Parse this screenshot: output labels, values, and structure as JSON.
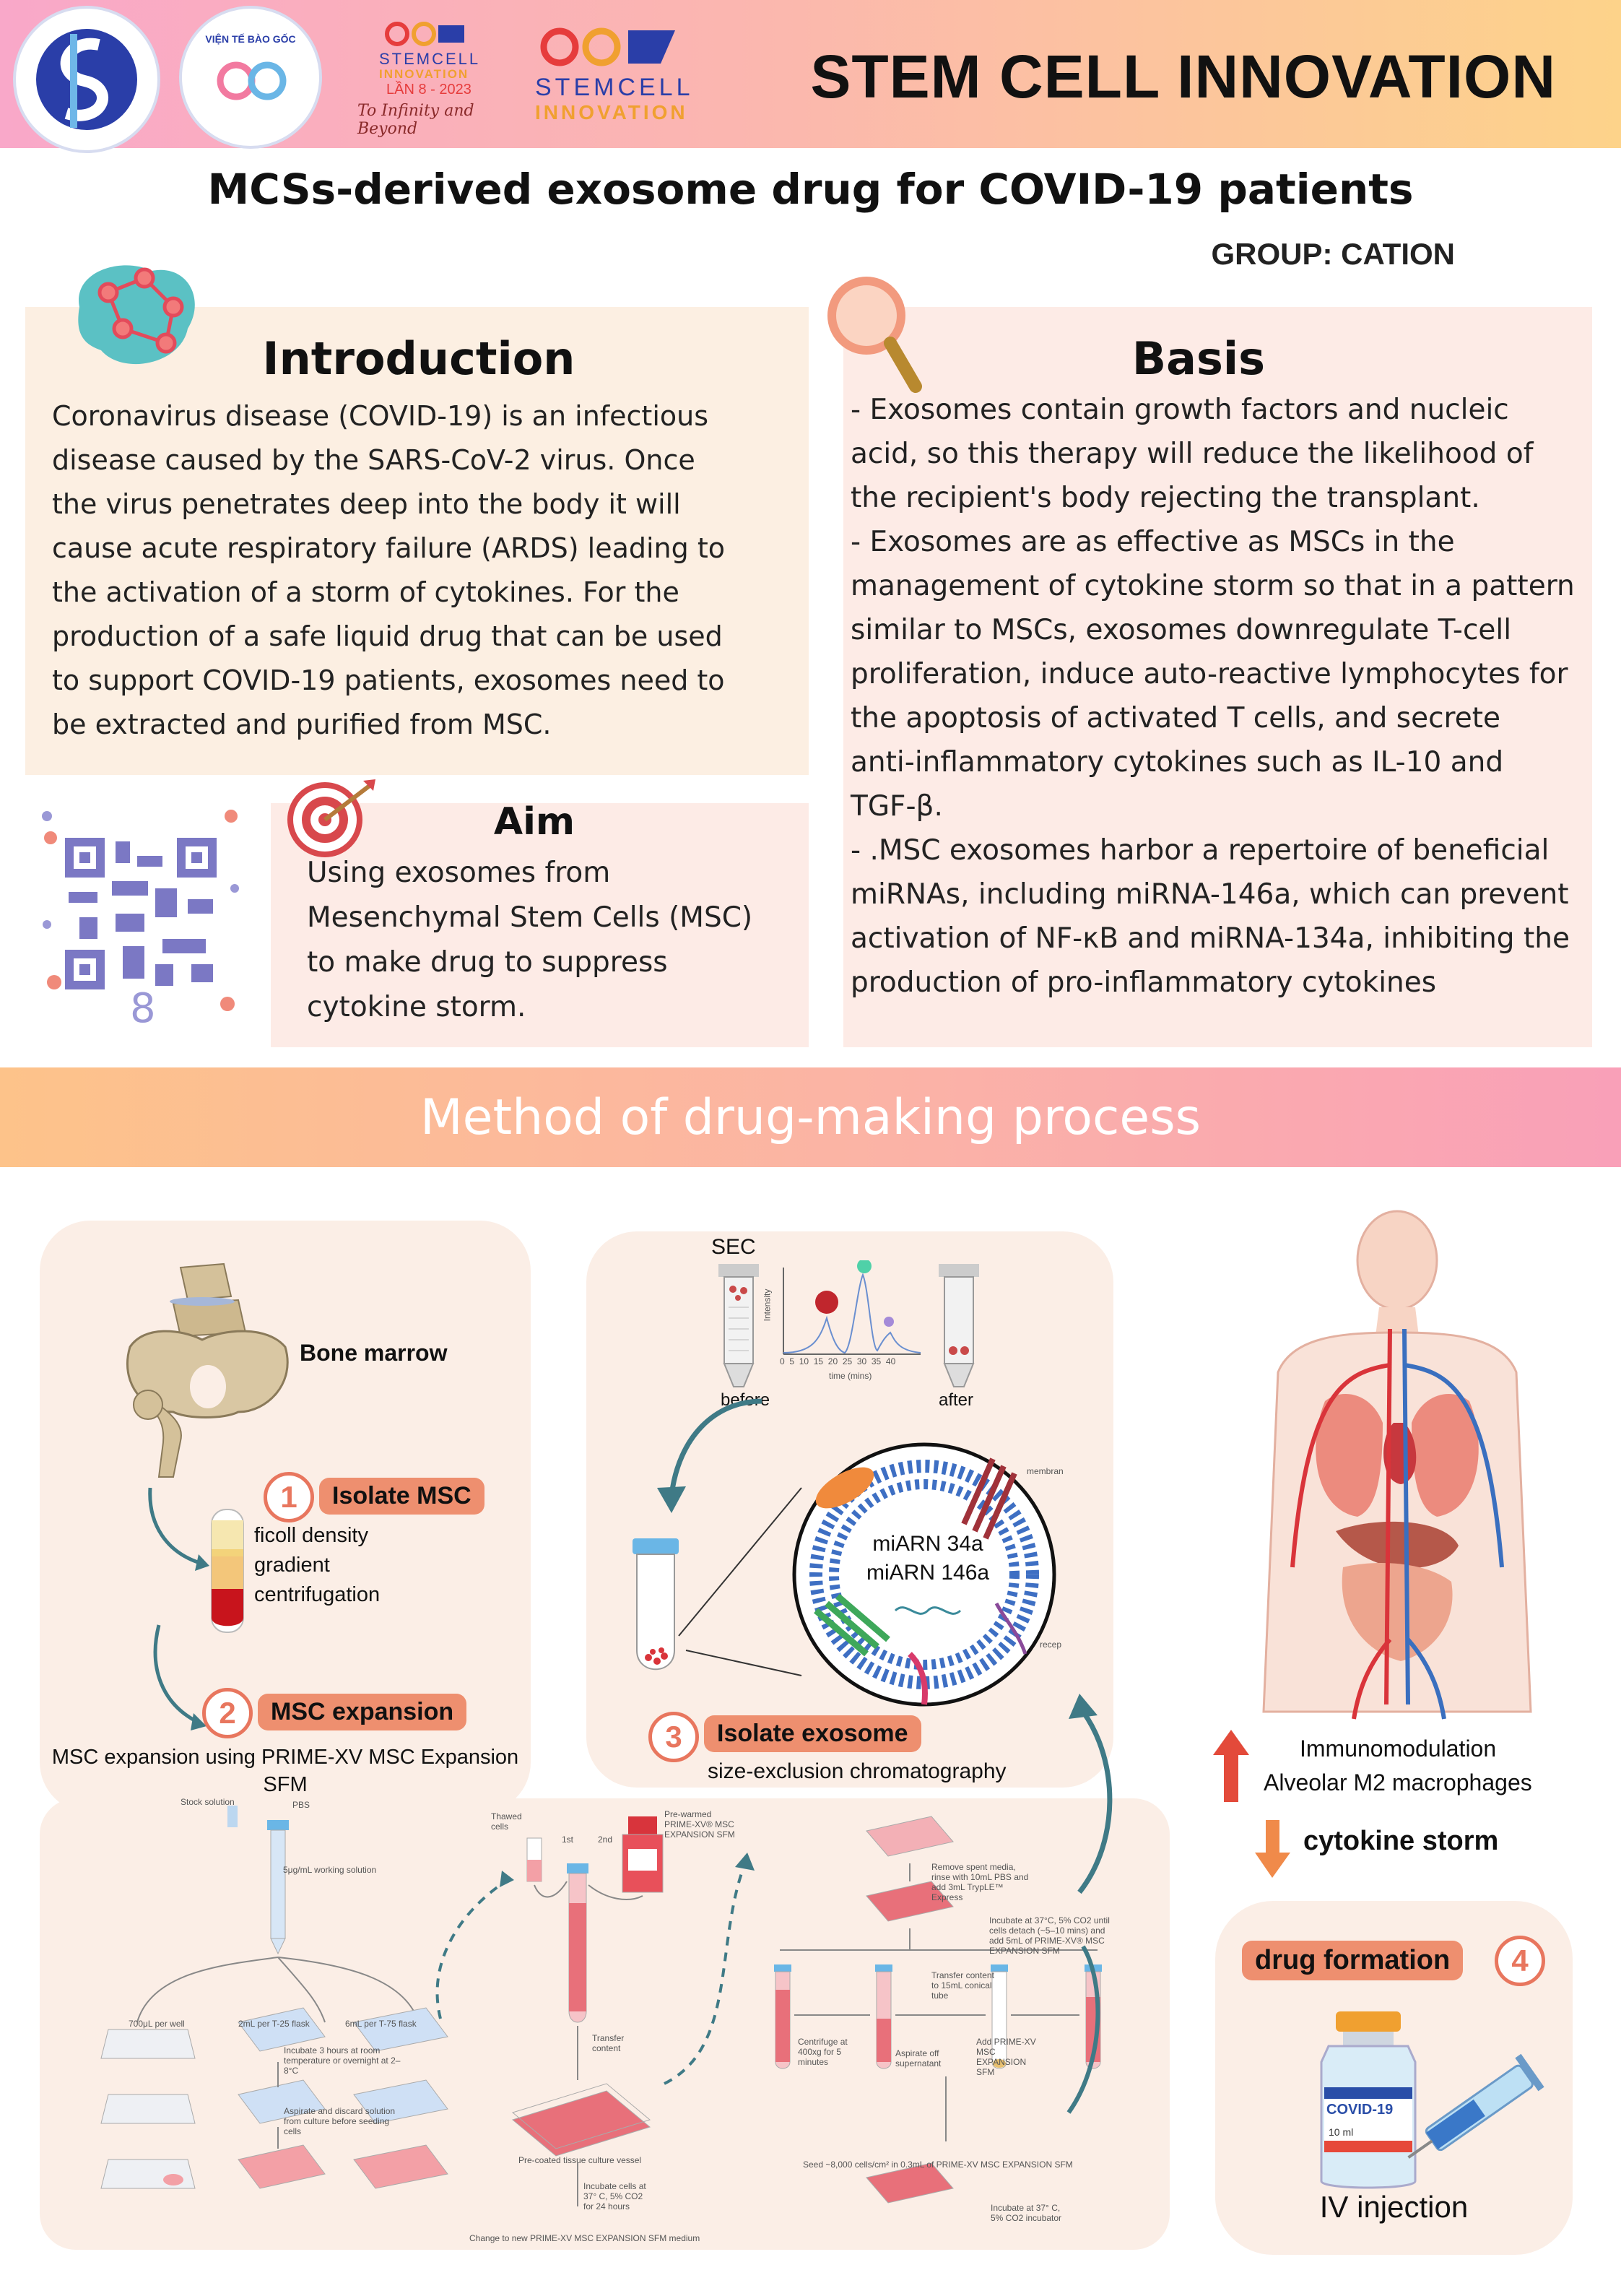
{
  "header": {
    "title": "STEM CELL INNOVATION",
    "event_logo_lines": [
      "STEMCELL",
      "INNOVATION",
      "LẦN 8 - 2023",
      "To Infinity and Beyond"
    ],
    "brand_logo_lines": [
      "STEMCELL",
      "INNOVATION"
    ],
    "institute_name": "VIỆN TẾ BÀO GỐC"
  },
  "poster": {
    "title": "MCSs-derived exosome drug for COVID-19 patients",
    "group": "GROUP: CATION"
  },
  "introduction": {
    "title": "Introduction",
    "lines": [
      "Coronavirus disease (COVID-19) is an infectious",
      "disease caused by the SARS-CoV-2 virus. Once",
      "the virus penetrates deep into the body it will",
      "cause acute respiratory failure (ARDS) leading to",
      "the activation of a storm of cytokines. For the",
      "production of a safe liquid drug that can be used",
      "to support COVID-19 patients, exosomes need to",
      "be extracted and purified from MSC."
    ]
  },
  "aim": {
    "title": "Aim",
    "lines": [
      "Using exosomes from",
      "Mesenchymal Stem Cells (MSC)",
      "to make drug to suppress",
      "cytokine storm."
    ]
  },
  "basis": {
    "title": "Basis",
    "lines": [
      "- Exosomes contain growth factors and nucleic",
      "acid, so this therapy will reduce the likelihood of",
      "the recipient's body rejecting the transplant.",
      "- Exosomes are as effective as MSCs in the",
      "management of cytokine storm so that in a pattern",
      "similar to MSCs, exosomes downregulate T-cell",
      "proliferation, induce auto-reactive lymphocytes for",
      "the apoptosis of activated T cells, and secrete",
      "anti-inflammatory cytokines such as IL-10 and",
      "TGF-β.",
      "- .MSC exosomes harbor a repertoire of beneficial",
      "miRNAs, including miRNA-146a, which can prevent",
      "activation of NF-κB and miRNA-134a, inhibiting the",
      "production of pro-inflammatory cytokines"
    ]
  },
  "method": {
    "title": "Method of drug-making process",
    "bone_marrow_label": "Bone marrow",
    "step1": {
      "num": "1",
      "label": "Isolate MSC",
      "desc": [
        "ficoll density",
        "gradient",
        "centrifugation"
      ]
    },
    "step2": {
      "num": "2",
      "label": "MSC expansion",
      "desc": [
        "MSC expansion using PRIME-XV MSC Expansion",
        "SFM"
      ]
    },
    "step3": {
      "num": "3",
      "label": "Isolate exosome",
      "desc": "size-exclusion chromatography"
    },
    "step4": {
      "num": "4",
      "label": "drug formation",
      "desc": "IV injection"
    },
    "sec": {
      "label": "SEC",
      "before": "before",
      "after": "after",
      "axis_y": "Intensity",
      "axis_x": "time (mins)",
      "ticks": [
        "0",
        "5",
        "10",
        "15",
        "20",
        "25",
        "30",
        "35",
        "40"
      ]
    },
    "exosome_labels": [
      "miARN 34a",
      "miARN 146a"
    ],
    "exosome_side_labels": [
      "membran",
      "recep"
    ],
    "effects": {
      "up": "Immunomodulation",
      "up2": "Alveolar M2 macrophages",
      "down": "cytokine storm"
    },
    "vial_label": "COVID-19",
    "vial_sub": "10 ml",
    "expansion_notes": [
      "Stock solution",
      "PBS",
      "5μg/mL working solution",
      "700μL per well",
      "2mL per T-25 flask",
      "6mL per T-75 flask",
      "Incubate 3 hours at room temperature or overnight at 2–8°C",
      "Aspirate and discard solution from culture before seeding cells",
      "Thawed cells",
      "1st",
      "2nd",
      "Pre-warmed PRIME-XV® MSC EXPANSION SFM",
      "Transfer content",
      "Pre-coated tissue culture vessel",
      "Incubate cells at 37° C, 5% CO2 for 24 hours",
      "Change to new PRIME-XV MSC EXPANSION SFM medium",
      "Remove spent media, rinse with 10mL PBS and add 3mL TrypLE™ Express",
      "Incubate at 37°C, 5% CO2 until cells detach (~5–10 mins) and add 5mL of PRIME-XV® MSC EXPANSION SFM",
      "Transfer content to 15mL conical tube",
      "Centrifuge at 400xg for 5 minutes",
      "Aspirate off supernatant",
      "Add PRIME-XV MSC EXPANSION SFM",
      "Seed ~8,000 cells/cm² in 0.3mL of PRIME-XV MSC EXPANSION SFM",
      "Incubate at 37° C, 5% CO2 incubator"
    ]
  },
  "colors": {
    "accent": "#ee8f6f",
    "panel": "#fcefe2",
    "qr": "#7b78c4",
    "arrow": "#3f7a86"
  }
}
